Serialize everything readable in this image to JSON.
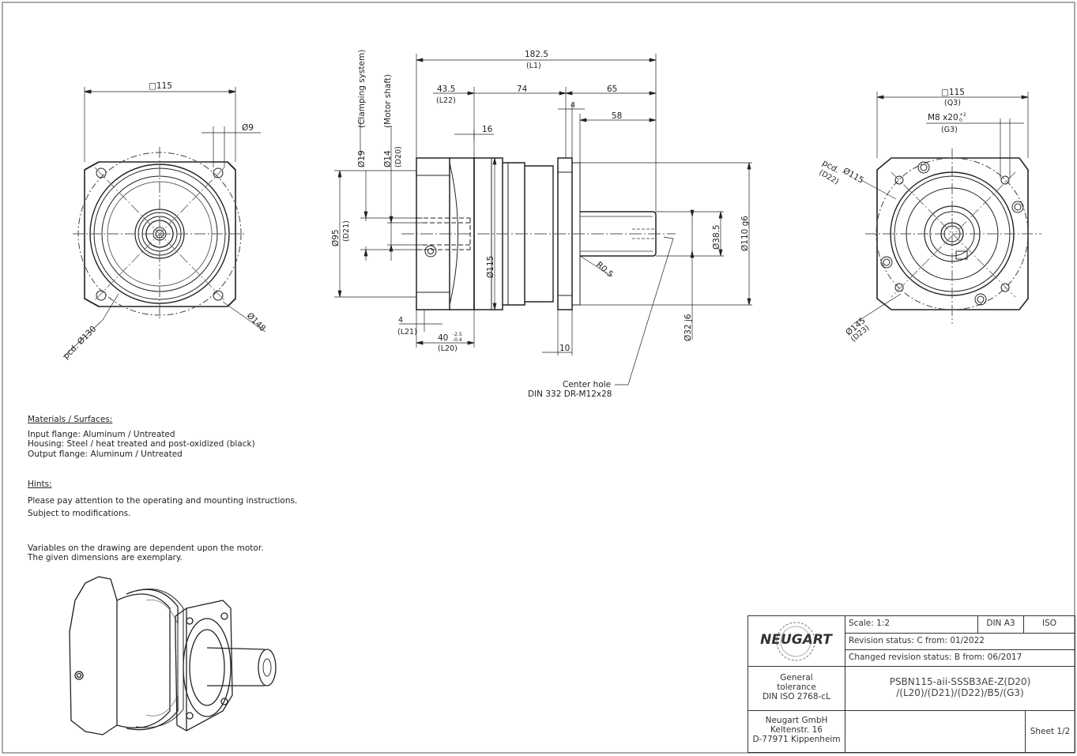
{
  "dimensions": {
    "front_square": "□115",
    "front_hole": "Ø9",
    "front_pcd": "pcd. Ø130",
    "front_circle": "Ø148",
    "side_length": "182.5",
    "side_length_var": "(L1)",
    "side_l22": "43.5",
    "side_l22_var": "(L22)",
    "side_74": "74",
    "side_65": "65",
    "side_4_top": "4",
    "side_58": "58",
    "side_16": "16",
    "clamping": "(Clamping system)",
    "motor_shaft": "(Motor shaft)",
    "d19": "Ø19",
    "d14": "Ø14",
    "d20": "(D20)",
    "d95": "Ø95",
    "d21": "(D21)",
    "d115": "Ø115",
    "d38": "Ø38.5",
    "d110": "Ø110 g6",
    "r05": "R0.5",
    "d32": "Ø32 j6",
    "l21_val": "4",
    "l21_var": "(L21)",
    "l20_val": "40",
    "l20_tol_up": "-2.5",
    "l20_tol_dn": "-0.4",
    "l20_var": "(L20)",
    "side_10": "10",
    "center_hole_1": "Center hole",
    "center_hole_2": "DIN 332 DR-M12x28",
    "back_square": "□115",
    "back_square_var": "(Q3)",
    "back_thread": "M8 x20",
    "back_thread_tol": "+2",
    "back_thread_tol2": "0",
    "back_thread_var": "(G3)",
    "back_pcd": "pcd.",
    "back_d22": "(D22)",
    "back_d115": "Ø115",
    "back_d145": "Ø145",
    "back_d23": "(D23)"
  },
  "notes": {
    "materials_title": "Materials / Surfaces:",
    "materials": [
      "Input flange: Aluminum / Untreated",
      "Housing: Steel / heat treated and post-oxidized (black)",
      "Output flange: Aluminum / Untreated"
    ],
    "hints_title": "Hints:",
    "hints": [
      "Please pay attention to the operating and mounting instructions.",
      "Subject to modifications."
    ],
    "variables": [
      "Variables on the drawing are dependent upon the motor.",
      "The given dimensions are exemplary."
    ]
  },
  "title_block": {
    "logo": "NEUGART",
    "scale": "Scale: 1:2",
    "format": "DIN A3",
    "standard": "ISO",
    "revision": "Revision status: C   from: 01/2022",
    "changed_revision": "Changed revision status: B   from: 06/2017",
    "tolerance_1": "General",
    "tolerance_2": "tolerance",
    "tolerance_3": "DIN ISO 2768-cL",
    "part_1": "PSBN115-aii-SSSB3AE-Z(D20)",
    "part_2": "/(L20)/(D21)/(D22)/B5/(G3)",
    "company_1": "Neugart GmbH",
    "company_2": "Keltenstr. 16",
    "company_3": "D-77971 Kippenheim",
    "sheet": "Sheet 1/2"
  }
}
